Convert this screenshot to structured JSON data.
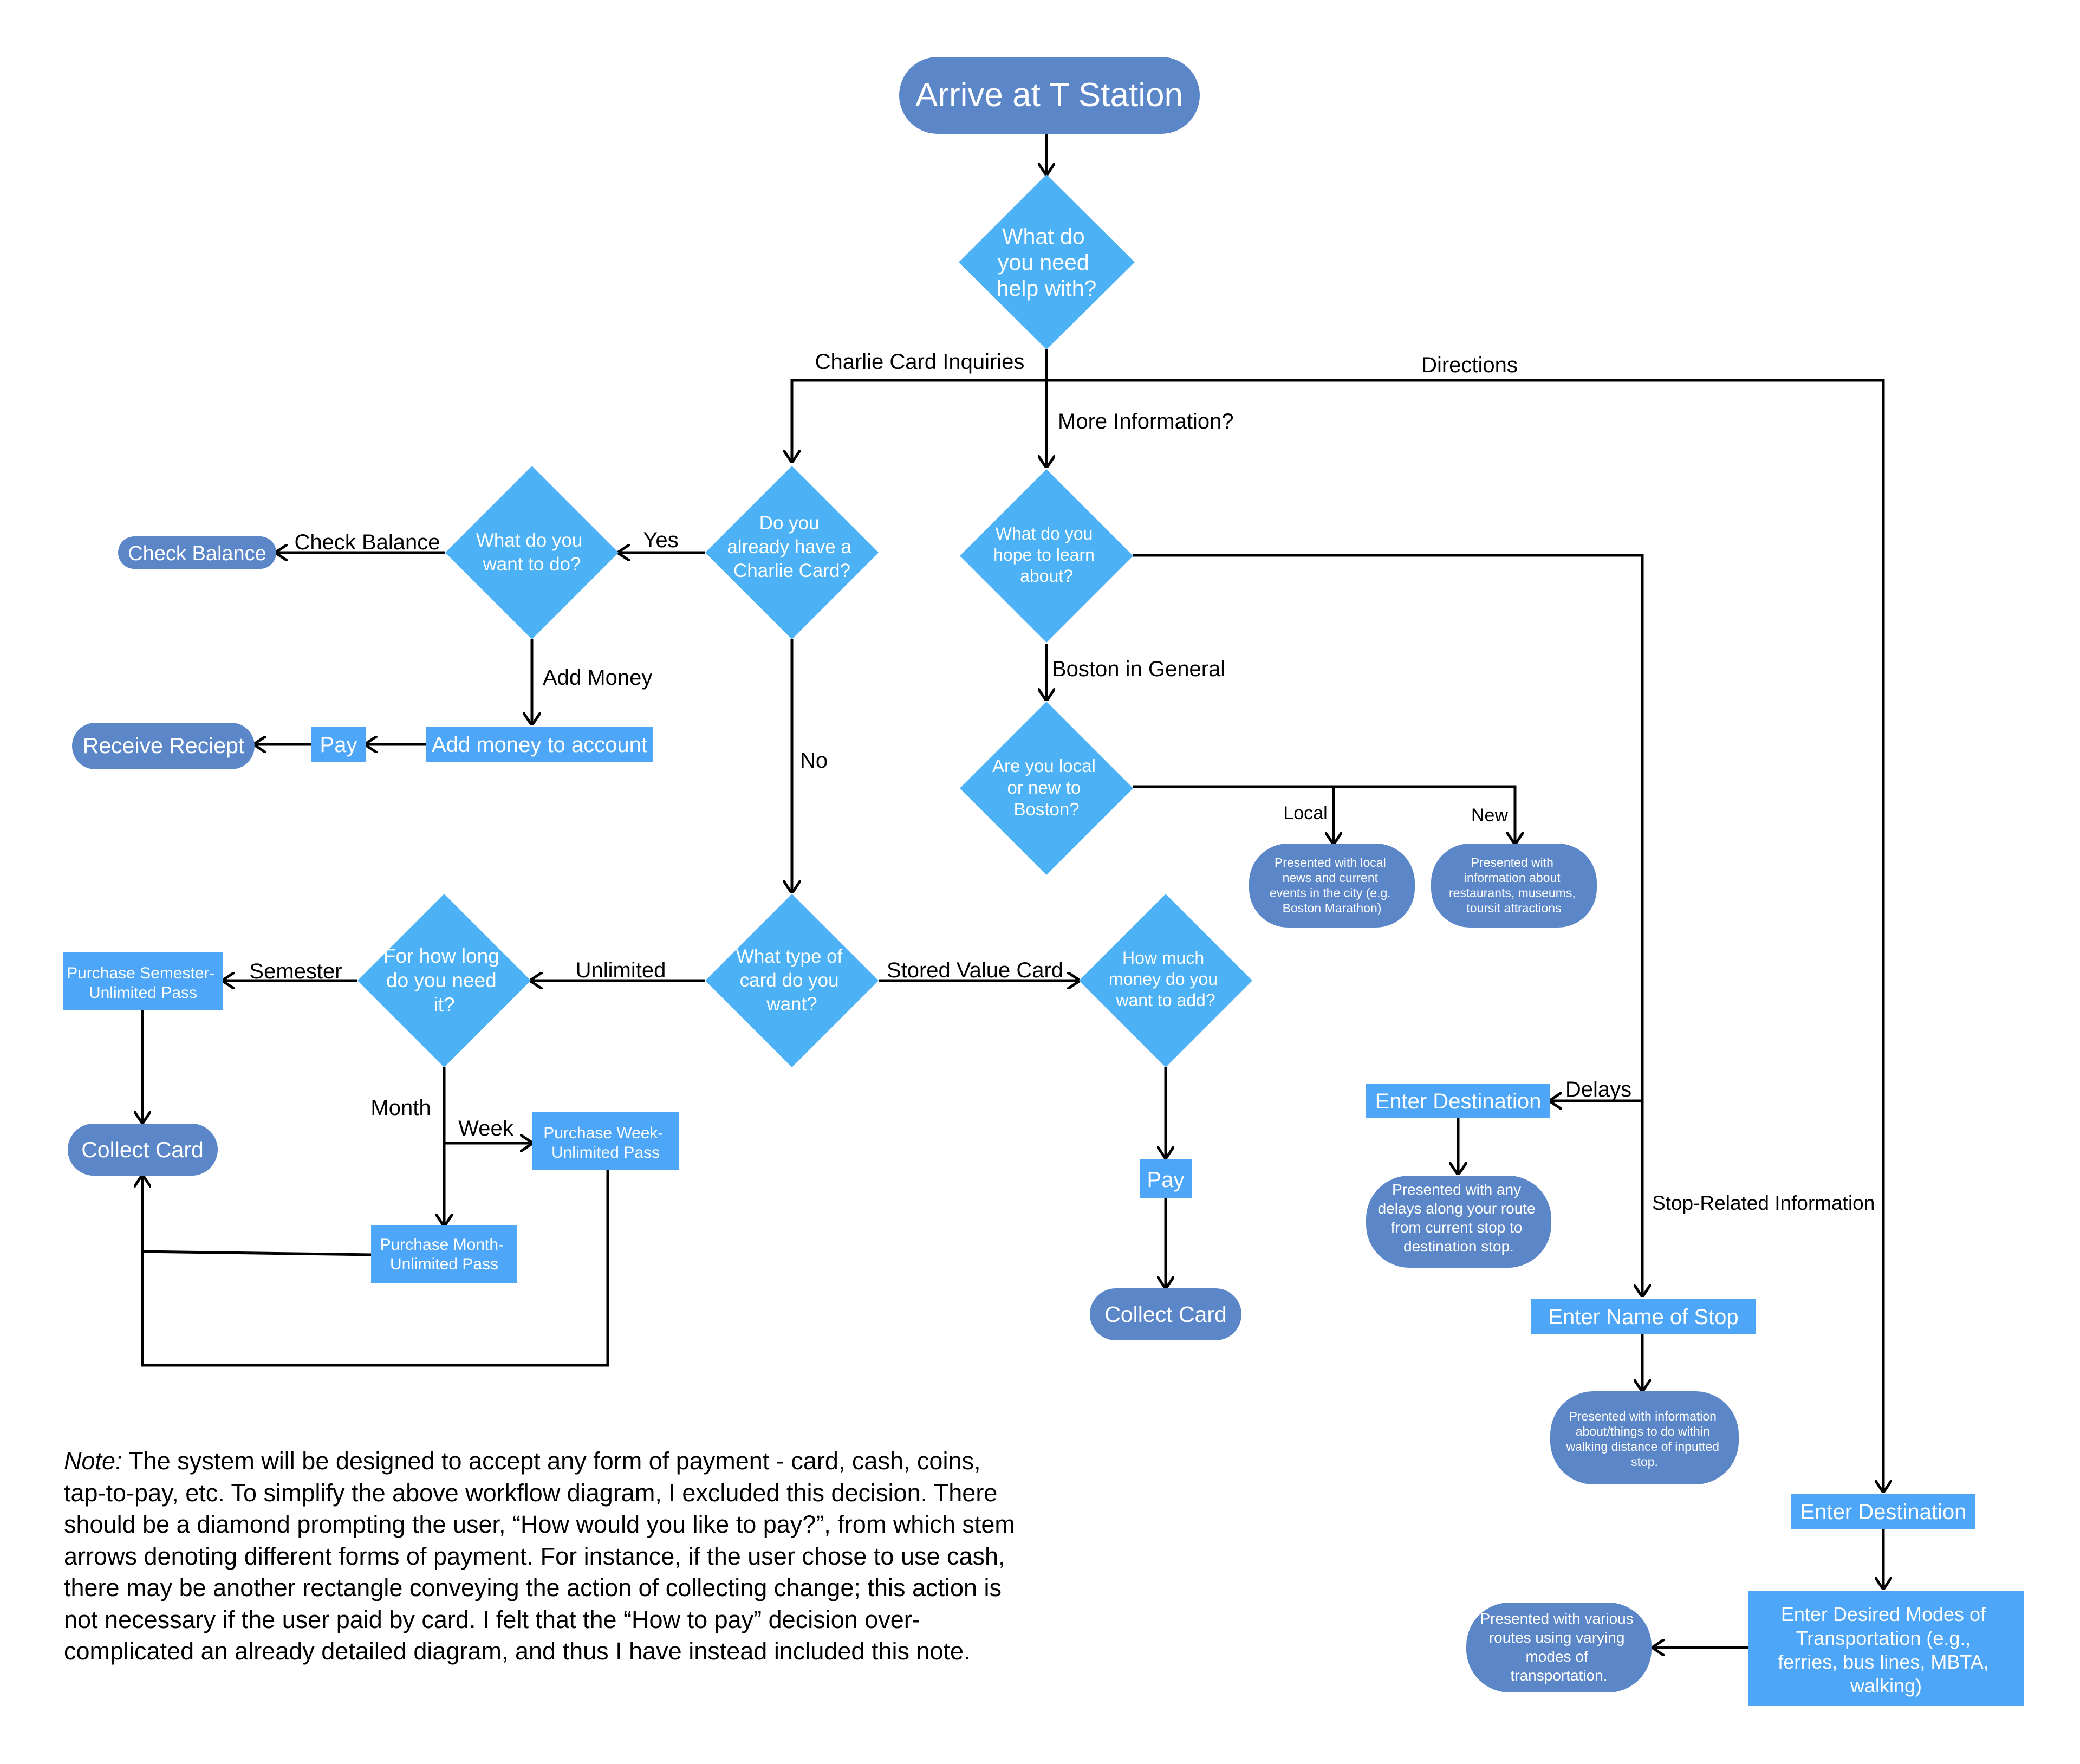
{
  "nodes": {
    "start": {
      "label": "Arrive at T Station"
    },
    "q_help": {
      "lines": [
        "What do",
        "you need",
        "help with?"
      ]
    },
    "q_have_card": {
      "lines": [
        "Do you",
        "already have a",
        "Charlie Card?"
      ]
    },
    "q_want_do": {
      "lines": [
        "What do you",
        "want to do?"
      ]
    },
    "check_balance": {
      "label": "Check Balance"
    },
    "add_money": {
      "label": "Add money to account"
    },
    "pay1": {
      "label": "Pay"
    },
    "receipt": {
      "label": "Receive Reciept"
    },
    "q_card_type": {
      "lines": [
        "What type of",
        "card do you",
        "want?"
      ]
    },
    "q_how_long": {
      "lines": [
        "For how long",
        "do you need",
        "it?"
      ]
    },
    "semester_pass": {
      "lines": [
        "Purchase Semester-",
        "Unlimited Pass"
      ]
    },
    "week_pass": {
      "lines": [
        "Purchase Week-",
        "Unlimited Pass"
      ]
    },
    "month_pass": {
      "lines": [
        "Purchase Month-",
        "Unlimited Pass"
      ]
    },
    "collect1": {
      "label": "Collect Card"
    },
    "q_how_much": {
      "lines": [
        "How much",
        "money do you",
        "want to add?"
      ]
    },
    "pay2": {
      "label": "Pay"
    },
    "collect2": {
      "label": "Collect Card"
    },
    "q_learn": {
      "lines": [
        "What do you",
        "hope to learn",
        "about?"
      ]
    },
    "q_local": {
      "lines": [
        "Are you local",
        "or new to",
        "Boston?"
      ]
    },
    "local_info": {
      "lines": [
        "Presented with local",
        "news and current",
        "events in the city (e.g.",
        "Boston Marathon)"
      ]
    },
    "new_info": {
      "lines": [
        "Presented with",
        "information about",
        "restaurants, museums,",
        "toursit attractions"
      ]
    },
    "enter_dest_delays": {
      "label": "Enter Destination"
    },
    "delays_info": {
      "lines": [
        "Presented with any",
        "delays along your route",
        "from current stop to",
        "destination stop."
      ]
    },
    "enter_stop": {
      "label": "Enter Name of Stop"
    },
    "stop_info": {
      "lines": [
        "Presented with information",
        "about/things to do within",
        "walking distance of inputted",
        "stop."
      ]
    },
    "enter_dest_dir": {
      "label": "Enter Destination"
    },
    "enter_modes": {
      "lines": [
        "Enter Desired Modes of",
        "Transportation (e.g.,",
        "ferries, bus lines, MBTA,",
        "walking)"
      ]
    },
    "routes_info": {
      "lines": [
        "Presented with various",
        "routes using varying",
        "modes of",
        "transportation."
      ]
    }
  },
  "edge_labels": {
    "charlie": "Charlie Card Inquiries",
    "directions": "Directions",
    "more_info": "More Information?",
    "yes": "Yes",
    "check_balance": "Check Balance",
    "add_money": "Add Money",
    "no": "No",
    "boston_general": "Boston in General",
    "local": "Local",
    "new": "New",
    "unlimited": "Unlimited",
    "stored_value": "Stored Value Card",
    "semester": "Semester",
    "month": "Month",
    "week": "Week",
    "delays": "Delays",
    "stop_related": "Stop-Related Information"
  },
  "note": {
    "lead": "Note:",
    "text": " The system will be designed to accept any form of payment - card, cash, coins, tap-to-pay, etc. To simplify the above workflow diagram, I excluded this decision. There should be a diamond prompting the user, “How would you like to pay?”, from which stem arrows denoting different forms of payment. For instance, if the user chose to use cash, there may be another rectangle conveying the action of collecting change; this action is not necessary if the user paid by card. I felt that the “How to pay” decision over-complicated an already detailed diagram, and thus I have instead included this note."
  },
  "colors": {
    "rounded": "#5B86C8",
    "rect": "#4DA6F7",
    "diamond": "#4DB2F5",
    "edge": "#000000"
  }
}
